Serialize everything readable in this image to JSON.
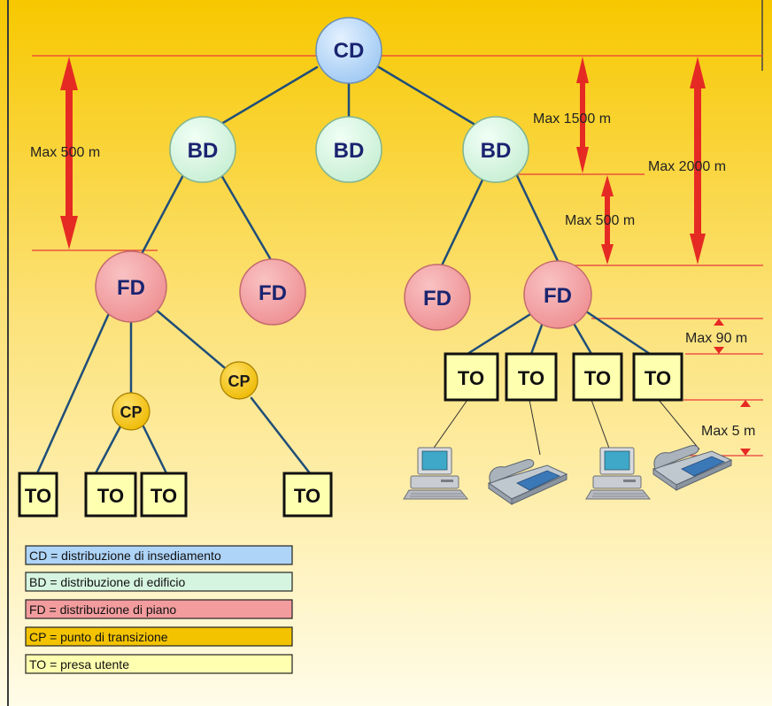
{
  "colors": {
    "background_top": "#F7C800",
    "background_bottom": "#FFFCE8",
    "link": "#1F4E79",
    "dimension_line": "#E8393A",
    "arrow": "#E52A23",
    "node_label": "#1A2470",
    "cd": "#AED4F8",
    "bd": "#D6F5E0",
    "fd": "#F29C9E",
    "cp": "#F3C300",
    "to": "#FFFFB0"
  },
  "nodes": {
    "cd": "CD",
    "bd": "BD",
    "fd": "FD",
    "cp": "CP",
    "to": "TO"
  },
  "dimensions": {
    "max_500_left": "Max 500 m",
    "max_1500": "Max 1500 m",
    "max_2000": "Max 2000 m",
    "max_500_right": "Max 500 m",
    "max_90": "Max 90 m",
    "max_5": "Max 5 m"
  },
  "devices": [
    "computer-icon",
    "telephone-icon"
  ],
  "legend": [
    {
      "text": "CD = distribuzione di  insediamento",
      "color": "#AED4F8"
    },
    {
      "text": "BD = distribuzione di edificio",
      "color": "#D6F5E0"
    },
    {
      "text": "FD = distribuzione di piano",
      "color": "#F29C9E"
    },
    {
      "text": "CP = punto  di transizione",
      "color": "#F3C300"
    },
    {
      "text": "TO = presa utente",
      "color": "#FFFFB0"
    }
  ]
}
